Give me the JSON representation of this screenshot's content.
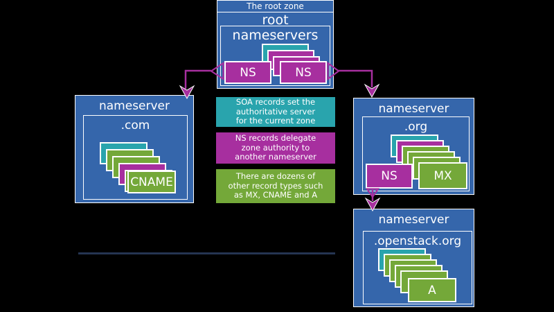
{
  "colors": {
    "bg": "#000000",
    "blue": "#3566ab",
    "teal": "#29a4ad",
    "magenta": "#a72f9f",
    "green": "#74a839",
    "navy": "#253552",
    "white": "#ffffff"
  },
  "root_zone": {
    "label": "The root zone",
    "title": "root nameservers",
    "domain": ".",
    "stack": [
      "teal",
      "magenta",
      "magenta"
    ],
    "records": [
      "NS",
      "NS"
    ]
  },
  "com_box": {
    "title": "nameserver",
    "domain": ".com",
    "stack": [
      "teal",
      "green",
      "green",
      "magenta",
      "green"
    ],
    "front_record": "CNAME"
  },
  "org_box": {
    "title": "nameserver",
    "domain": ".org",
    "stack": [
      "teal",
      "magenta",
      "green",
      "green",
      "green"
    ],
    "records": [
      "NS",
      "MX"
    ]
  },
  "openstack_box": {
    "title": "nameserver",
    "domain": ".openstack.org",
    "stack": [
      "teal",
      "green",
      "green",
      "green",
      "green"
    ],
    "front_record": "A"
  },
  "legend": [
    {
      "color": "teal",
      "text": "SOA records set the\nauthoritative server\nfor the current zone"
    },
    {
      "color": "magenta",
      "text": "NS records delegate\nzone authority to\nanother nameserver"
    },
    {
      "color": "green",
      "text": "There are dozens of\nother record types such\nas MX, CNAME and A"
    }
  ]
}
